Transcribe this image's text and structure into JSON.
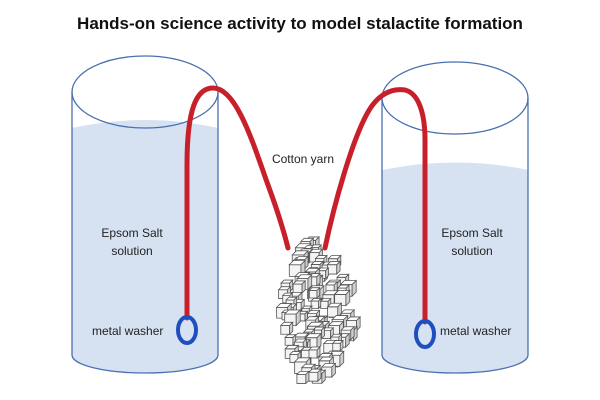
{
  "title": "Hands-on science activity to model stalactite formation",
  "labels": {
    "yarn": "Cotton yarn",
    "solution_left_line1": "Epsom Salt",
    "solution_left_line2": "solution",
    "solution_right_line1": "Epsom Salt",
    "solution_right_line2": "solution",
    "washer_left": "metal washer",
    "washer_right": "metal washer"
  },
  "colors": {
    "yarn": "#c8202a",
    "solution": "#d6e2f2",
    "jar_outline": "#4a6fb0",
    "washer": "#1f4fbf",
    "crystal_fill": "#f4f4f4",
    "crystal_edge": "#555555"
  }
}
